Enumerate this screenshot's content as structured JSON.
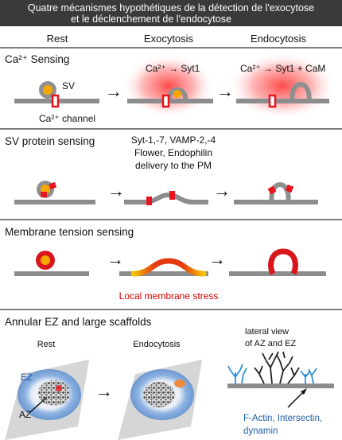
{
  "title_line1": "Quatre mécanismes hypothétiques de la détection de l'exocytose",
  "title_line2": "et  le déclenchement de l'endocytose",
  "columns": {
    "rest": "Rest",
    "exocytosis": "Exocytosis",
    "endocytosis": "Endocytosis"
  },
  "panel1": {
    "title": "Ca²⁺ Sensing",
    "sv_label": "SV",
    "channel_label": "Ca²⁺ channel",
    "exo_label": "Ca²⁺ → Syt1",
    "endo_label": "Ca²⁺ → Syt1 + CaM"
  },
  "panel2": {
    "title": "SV protein sensing",
    "proteins_line1": "Syt-1,-7, VAMP-2,-4",
    "proteins_line2": "Flower, Endophilin",
    "proteins_line3": "delivery to the PM"
  },
  "panel3": {
    "title": "Membrane tension sensing",
    "stress_label": "Local membrane stress"
  },
  "panel4": {
    "title": "Annular EZ and large scaffolds",
    "rest_label": "Rest",
    "endo_label": "Endocytosis",
    "ez_label": "EZ",
    "az_label": "AZ",
    "lateral_line1": "lateral view",
    "lateral_line2": "of AZ and EZ",
    "scaffold_line1": "F-Actin, Intersectin,",
    "scaffold_line2": "dynamin"
  },
  "arrow_glyph": "→",
  "colors": {
    "membrane": "#8c8c8c",
    "vesicle": "#8f8f8f",
    "vesicle_core": "#f5a800",
    "channel": "#e8141e",
    "glow": "#ff2a2a",
    "ez_ring": "#7fa9dc",
    "title_band": "#3a3a3a",
    "actin": "#222222",
    "scaffold": "#2f8fd8"
  }
}
